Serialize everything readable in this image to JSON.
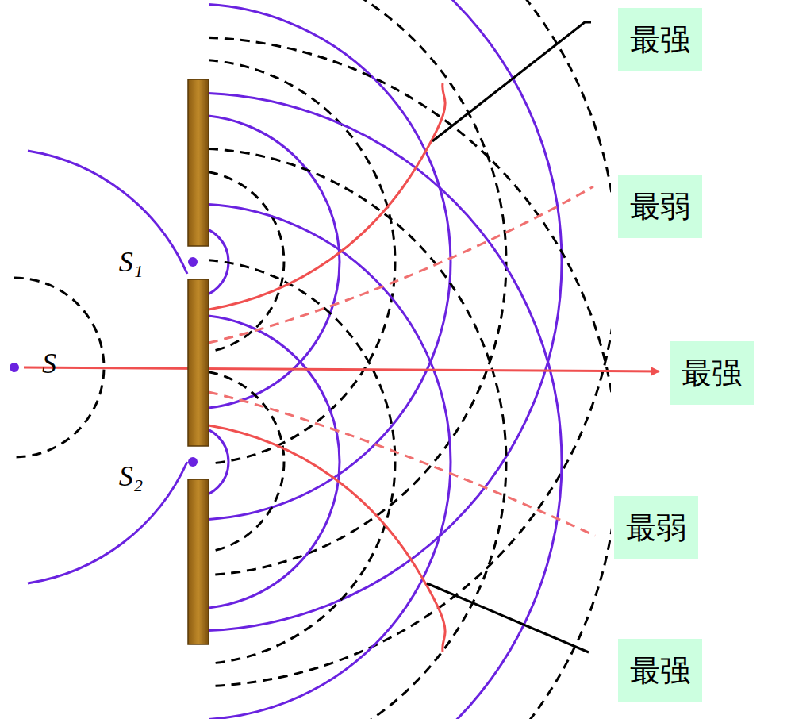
{
  "diagram": {
    "nodes": [
      {
        "text": [
          "最强"
        ]
      },
      {
        "text": [
          "最弱"
        ]
      },
      {
        "text": [
          "最强"
        ]
      },
      {
        "text": [
          "最弱"
        ]
      },
      {
        "text": [
          "最强"
        ]
      }
    ],
    "labels": [
      "S₁",
      "S",
      "S₂"
    ]
  }
}
